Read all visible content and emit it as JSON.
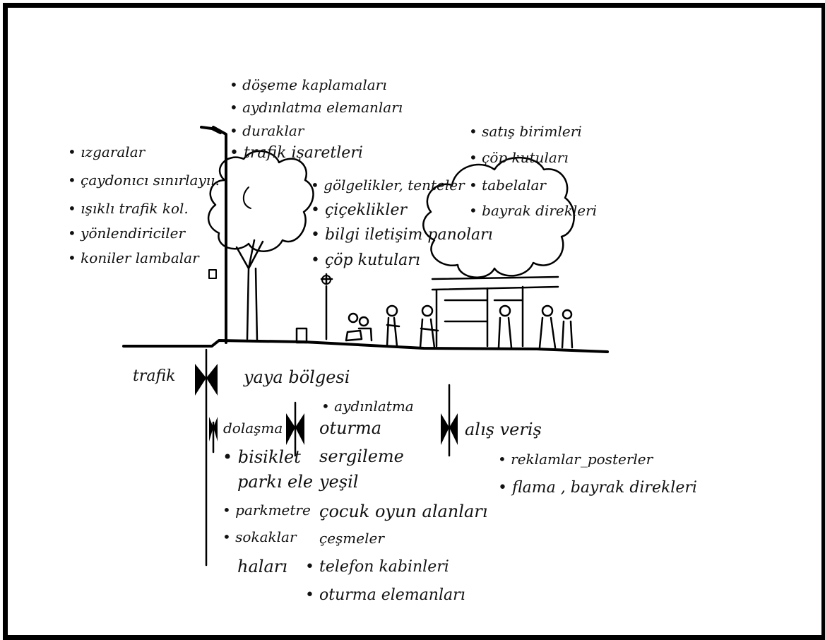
{
  "left_list": [
    "ızgaralar",
    "çaydonıcı sınırlayıı.",
    "ışıklı trafik kol.",
    "yönlendiriciler",
    "koniler lambalar"
  ],
  "top_list": [
    "döşeme kaplamaları",
    "aydınlatma elemanları",
    "duraklar",
    "trafik işaretleri"
  ],
  "middle_list": [
    "gölgelikler, tenteler",
    "çiçeklikler",
    "bilgi iletişim panoları",
    "çöp kutuları"
  ],
  "right_list": [
    "satış birimleri",
    "çöp kutuları",
    "tabelalar",
    "bayrak direkleri"
  ],
  "zones": {
    "trafik": "trafik",
    "yaya": "yaya bölgesi",
    "dolasma": "dolaşma",
    "alisveris": "alış veriş"
  },
  "circulation": {
    "bisiklet": "bisiklet",
    "parklar": "parkı ele",
    "parkmetre": "parkmetre",
    "sokaklar": "sokaklar",
    "halari": "haları"
  },
  "seating": {
    "aydinlatma": "aydınlatma",
    "oturma": "oturma",
    "sergileme": "sergileme",
    "yesil": "yeşil",
    "cocuk": "çocuk oyun alanları",
    "cesmeler": "çeşmeler",
    "telefon": "telefon kabinleri",
    "oturma_elemanlari": "oturma elemanları"
  },
  "shopping": {
    "reklamlar": "reklamlar_posterler",
    "flama": "flama , bayrak direkleri"
  }
}
